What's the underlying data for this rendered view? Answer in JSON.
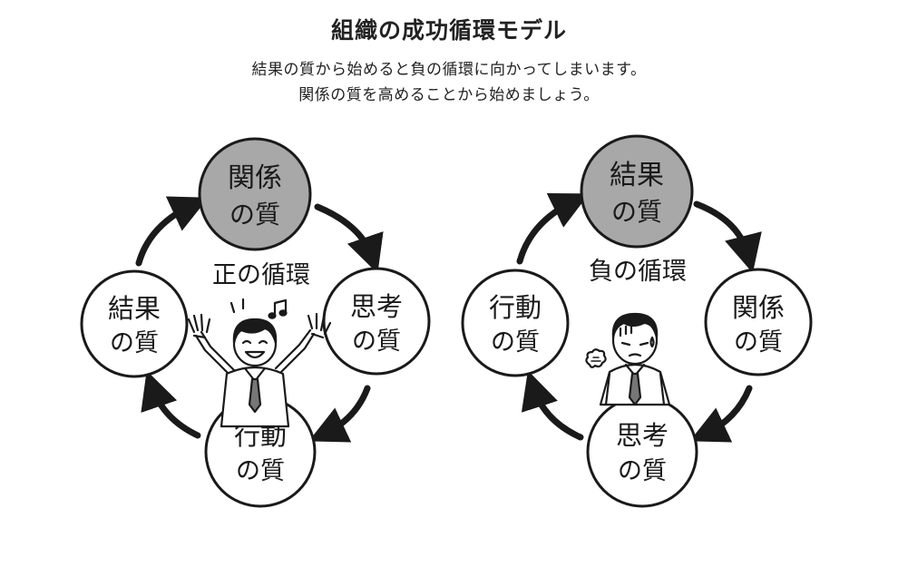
{
  "header": {
    "title": "組織の成功循環モデル",
    "subtitle_line1": "結果の質から始めると負の循環に向かってしまいます。",
    "subtitle_line2": "関係の質を高めることから始めましょう。"
  },
  "positive_cycle": {
    "label": "正の循環",
    "nodes": [
      {
        "line1": "関係",
        "line2": "の質",
        "highlight": true
      },
      {
        "line1": "思考",
        "line2": "の質",
        "highlight": false
      },
      {
        "line1": "行動",
        "line2": "の質",
        "highlight": false
      },
      {
        "line1": "結果",
        "line2": "の質",
        "highlight": false
      }
    ]
  },
  "negative_cycle": {
    "label": "負の循環",
    "nodes": [
      {
        "line1": "結果",
        "line2": "の質",
        "highlight": true
      },
      {
        "line1": "関係",
        "line2": "の質",
        "highlight": false
      },
      {
        "line1": "思考",
        "line2": "の質",
        "highlight": false
      },
      {
        "line1": "行動",
        "line2": "の質",
        "highlight": false
      }
    ]
  },
  "colors": {
    "highlight_fill": "#a8a8a8",
    "node_fill": "#ffffff",
    "stroke": "#1a1a1a",
    "shirt": "#ffffff",
    "tie": "#777777"
  }
}
